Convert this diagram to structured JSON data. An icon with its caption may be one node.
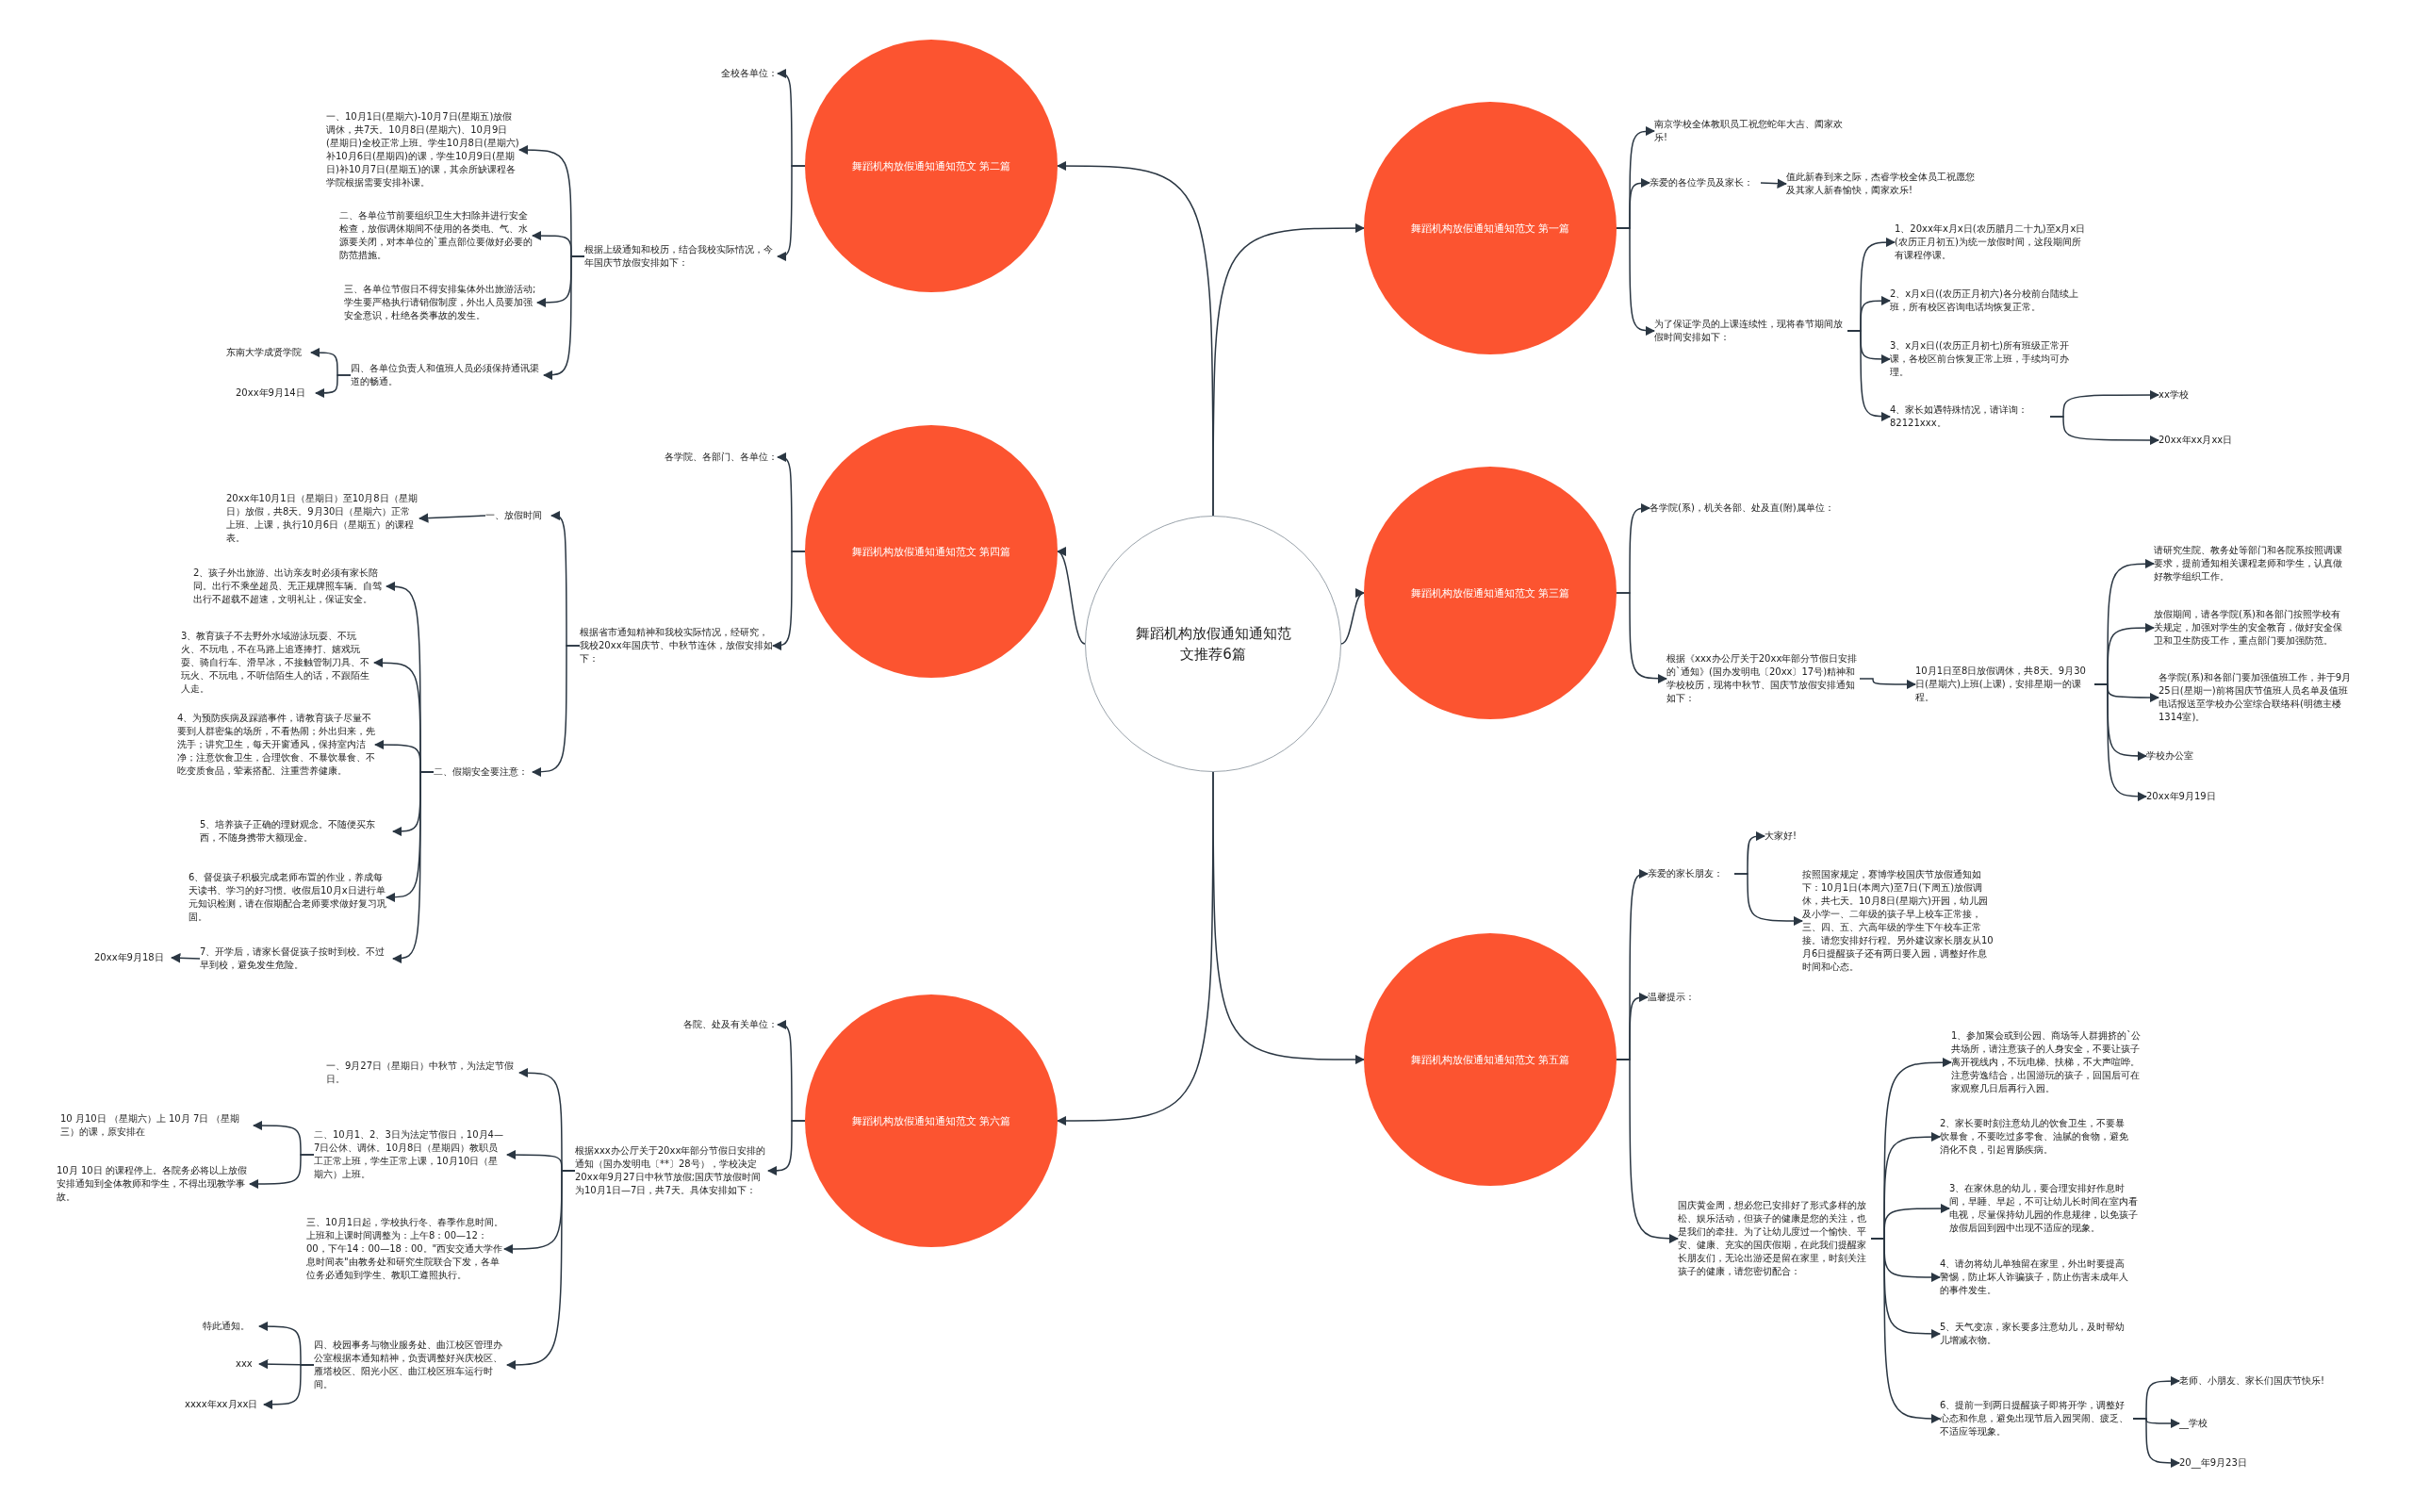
{
  "diagram": {
    "nodes": [
      {
        "text": [
          "舞蹈机构放假通知通知范文推荐6篇"
        ]
      },
      {
        "text": [
          "舞蹈机构放假通知通知范文 第二篇"
        ]
      },
      {
        "text": [
          "全校各单位："
        ]
      },
      {
        "text": [
          "根据上级通知和校历，结合我校实际情况，今年国庆节放假安排如下："
        ]
      },
      {
        "text": [
          "一、10月1日(星期六)-10月7日(星期五)放假调休，共7天。10月8日(星期六)、10月9日(星期日)全校正常上班。学生10月8日(星期六)补10月6日(星期四)的课，学生10月9日(星期日)补10月7日(星期五)的课，其余所缺课程各学院根据需要安排补课。"
        ]
      },
      {
        "text": [
          "二、各单位节前要组织卫生大扫除并进行安全检查，放假调休期间不使用的各类电、气、水源要关闭，对本单位的`重点部位要做好必要的防范措施。"
        ]
      },
      {
        "text": [
          "三、各单位节假日不得安排集体外出旅游活动;学生要严格执行请销假制度，外出人员要加强安全意识，杜绝各类事故的发生。"
        ]
      },
      {
        "text": [
          "四、各单位负责人和值班人员必须保持通讯渠道的畅通。"
        ]
      },
      {
        "text": [
          "东南大学成贤学院"
        ]
      },
      {
        "text": [
          "20xx年9月14日"
        ]
      },
      {
        "text": [
          "舞蹈机构放假通知通知范文 第四篇"
        ]
      },
      {
        "text": [
          "各学院、各部门、各单位："
        ]
      },
      {
        "text": [
          "根据省市通知精神和我校实际情况，经研究，我校20xx年国庆节、中秋节连休，放假安排如下："
        ]
      },
      {
        "text": [
          "一、放假时间"
        ]
      },
      {
        "text": [
          "20xx年10月1日（星期日）至10月8日（星期日）放假，共8天。9月30日（星期六）正常上班、上课，执行10月6日（星期五）的课程表。"
        ]
      },
      {
        "text": [
          "二、假期安全要注意："
        ]
      },
      {
        "text": [
          "2、孩子外出旅游、出访亲友时必须有家长陪同。出行不乘坐超员、无正规牌照车辆。自驾出行不超载不超速，文明礼让，保证安全。"
        ]
      },
      {
        "text": [
          "3、教育孩子不去野外水域游泳玩耍、不玩火、不玩电，不在马路上追逐捧打、嬉戏玩耍、骑自行车、滑旱冰，不接触管制刀具、不玩火、不玩电，不听信陌生人的话，不跟陌生人走。"
        ]
      },
      {
        "text": [
          "4、为预防疾病及踩踏事件，请教育孩子尽量不要到人群密集的场所，不看热闹；外出归来，先洗手；讲究卫生，每天开窗通风，保持室内洁净；注意饮食卫生，合理饮食、不暴饮暴食、不吃变质食品，荤素搭配、注重营养健康。"
        ]
      },
      {
        "text": [
          "5、培养孩子正确的理财观念。不随便买东西，不随身携带大额现金。"
        ]
      },
      {
        "text": [
          "6、督促孩子积极完成老师布置的作业，养成每天读书、学习的好习惯。收假后10月x日进行单元知识检测，请在假期配合老师要求做好复习巩固。"
        ]
      },
      {
        "text": [
          "7、开学后，请家长督促孩子按时到校。不过早到校，避免发生危险。"
        ]
      },
      {
        "text": [
          "20xx年9月18日"
        ]
      },
      {
        "text": [
          "舞蹈机构放假通知通知范文 第六篇"
        ]
      },
      {
        "text": [
          "各院、处及有关单位："
        ]
      },
      {
        "text": [
          "根据xxx办公厅关于20xx年部分节假日安排的通知（国办发明电〔**〕28号），学校决定20xx年9月27日中秋节放假;国庆节放假时间为10月1日—7日，共7天。具体安排如下："
        ]
      },
      {
        "text": [
          "一、9月27日（星期日）中秋节，为法定节假日。"
        ]
      },
      {
        "text": [
          "二、10月1、2、3日为法定节假日，10月4—7日公休、调休。10月8日（星期四）教职员工正常上班，学生正常上课，10月10日（星期六）上班。"
        ]
      },
      {
        "text": [
          "三、10月1日起，学校执行冬、春季作息时间。上班和上课时间调整为：上午8：00—12：00，下午14：00—18：00。\"西安交通大学作息时间表\"由教务处和研究生院联合下发，各单位务必通知到学生、教职工遵照执行。"
        ]
      },
      {
        "text": [
          "四、校园事务与物业服务处、曲江校区管理办公室根据本通知精神，负责调整好兴庆校区、雁塔校区、阳光小区、曲江校区班车运行时间。"
        ]
      },
      {
        "text": [
          "10 月10日 （星期六）上 10月 7日 （星期三）的课，原安排在"
        ]
      },
      {
        "text": [
          "10月 10日 的课程停上。各院务必将以上放假安排通知到全体教师和学生，不得出现教学事故。"
        ]
      },
      {
        "text": [
          "特此通知。"
        ]
      },
      {
        "text": [
          "xxx"
        ]
      },
      {
        "text": [
          "xxxx年xx月xx日"
        ]
      },
      {
        "text": [
          "舞蹈机构放假通知通知范文 第一篇"
        ]
      },
      {
        "text": [
          "南京学校全体教职员工祝您蛇年大吉、阖家欢乐!"
        ]
      },
      {
        "text": [
          "亲爱的各位学员及家长："
        ]
      },
      {
        "text": [
          "值此新春到来之际，杰睿学校全体员工祝愿您及其家人新春愉快，阖家欢乐!"
        ]
      },
      {
        "text": [
          "为了保证学员的上课连续性，现将春节期间放假时间安排如下："
        ]
      },
      {
        "text": [
          "1、20xx年x月x日(农历腊月二十九)至x月x日(农历正月初五)为统一放假时间，这段期间所有课程停课。"
        ]
      },
      {
        "text": [
          "2、x月x日((农历正月初六)各分校前台陆续上班，所有校区咨询电话均恢复正常。"
        ]
      },
      {
        "text": [
          "3、x月x日((农历正月初七)所有班级正常开课，各校区前台恢复正常上班，手续均可办理。"
        ]
      },
      {
        "text": [
          "4、家长如遇特殊情况，请详询：82121xxx。"
        ]
      },
      {
        "text": [
          "xx学校"
        ]
      },
      {
        "text": [
          "20xx年xx月xx日"
        ]
      },
      {
        "text": [
          "舞蹈机构放假通知通知范文 第三篇"
        ]
      },
      {
        "text": [
          "各学院(系)，机关各部、处及直(附)属单位："
        ]
      },
      {
        "text": [
          "根据《xxx办公厅关于20xx年部分节假日安排的`通知》(国办发明电〔20xx〕17号)精神和学校校历，现将中秋节、国庆节放假安排通知如下："
        ]
      },
      {
        "text": [
          "10月1日至8日放假调休，共8天。9月30日(星期六)上班(上课)，安排星期一的课程。"
        ]
      },
      {
        "text": [
          "请研究生院、教务处等部门和各院系按照调课要求，提前通知相关课程老师和学生，认真做好教学组织工作。"
        ]
      },
      {
        "text": [
          "放假期间，请各学院(系)和各部门按照学校有关规定，加强对学生的安全教育，做好安全保卫和卫生防疫工作，重点部门要加强防范。"
        ]
      },
      {
        "text": [
          "各学院(系)和各部门要加强值班工作，并于9月25日(星期一)前将国庆节值班人员名单及值班电话报送至学校办公室综合联络科(明德主楼1314室)。"
        ]
      },
      {
        "text": [
          "学校办公室"
        ]
      },
      {
        "text": [
          "20xx年9月19日"
        ]
      },
      {
        "text": [
          "舞蹈机构放假通知通知范文 第五篇"
        ]
      },
      {
        "text": [
          "亲爱的家长朋友："
        ]
      },
      {
        "text": [
          "大家好!"
        ]
      },
      {
        "text": [
          "按照国家规定，赛博学校国庆节放假通知如下：10月1日(本周六)至7日(下周五)放假调休，共七天。10月8日(星期六)开园，幼儿园及小学一、二年级的孩子早上校车正常接，三、四、五、六高年级的学生下午校车正常接。请您安排好行程。另外建议家长朋友从10月6日提醒孩子还有两日要入园，调整好作息时间和心态。"
        ]
      },
      {
        "text": [
          "温馨提示："
        ]
      },
      {
        "text": [
          "国庆黄金周，想必您已安排好了形式多样的放松、娱乐活动，但孩子的健康是您的关注，也是我们的牵挂。为了让幼儿度过一个愉快、平安、健康、充实的国庆假期，在此我们提醒家长朋友们，无论出游还是留在家里，时刻关注孩子的健康，请您密切配合："
        ]
      },
      {
        "text": [
          "1、参加聚会或到公园、商场等人群拥挤的`公共场所，请注意孩子的人身安全，不要让孩子离开视线内，不玩电梯、扶梯，不大声喧哗。注意劳逸结合，出国游玩的孩子，回国后可在家观察几日后再行入园。"
        ]
      },
      {
        "text": [
          "2、家长要时刻注意幼儿的饮食卫生，不要暴饮暴食，不要吃过多零食、油腻的食物，避免消化不良，引起胃肠疾病。"
        ]
      },
      {
        "text": [
          "3、在家休息的幼儿，要合理安排好作息时间，早睡、早起，不可让幼儿长时间在室内看电视，尽量保持幼儿园的作息规律，以免孩子放假后回到园中出现不适应的现象。"
        ]
      },
      {
        "text": [
          "4、请勿将幼儿单独留在家里，外出时要提高警惕，防止坏人诈骗孩子，防止伤害未成年人的事件发生。"
        ]
      },
      {
        "text": [
          "5、天气变凉，家长要多注意幼儿，及时帮幼儿增减衣物。"
        ]
      },
      {
        "text": [
          "6、提前一到两日提醒孩子即将开学，调整好心态和作息，避免出现节后入园哭闹、疲乏、不适应等现象。"
        ]
      },
      {
        "text": [
          "老师、小朋友、家长们国庆节快乐!"
        ]
      },
      {
        "text": [
          "__学校"
        ]
      },
      {
        "text": [
          "20__年9月23日"
        ]
      }
    ],
    "edges": [
      {
        "from": 0,
        "to": 1,
        "arrow": "to"
      },
      {
        "from": 0,
        "to": 10,
        "arrow": "to"
      },
      {
        "from": 0,
        "to": 23,
        "arrow": "to"
      },
      {
        "from": 0,
        "to": 35,
        "arrow": "to"
      },
      {
        "from": 0,
        "to": 46,
        "arrow": "to"
      },
      {
        "from": 0,
        "to": 55,
        "arrow": "to"
      },
      {
        "from": 1,
        "to": 2,
        "arrow": "to"
      },
      {
        "from": 1,
        "to": 3,
        "arrow": "to"
      },
      {
        "from": 3,
        "to": 4,
        "arrow": "to"
      },
      {
        "from": 3,
        "to": 5,
        "arrow": "to"
      },
      {
        "from": 3,
        "to": 6,
        "arrow": "to"
      },
      {
        "from": 3,
        "to": 7,
        "arrow": "to"
      },
      {
        "from": 7,
        "to": 8,
        "arrow": "to"
      },
      {
        "from": 7,
        "to": 9,
        "arrow": "to"
      },
      {
        "from": 10,
        "to": 11,
        "arrow": "to"
      },
      {
        "from": 10,
        "to": 12,
        "arrow": "to"
      },
      {
        "from": 12,
        "to": 13,
        "arrow": "to"
      },
      {
        "from": 12,
        "to": 15,
        "arrow": "to"
      },
      {
        "from": 13,
        "to": 14,
        "arrow": "to"
      },
      {
        "from": 15,
        "to": 16,
        "arrow": "to"
      },
      {
        "from": 15,
        "to": 17,
        "arrow": "to"
      },
      {
        "from": 15,
        "to": 18,
        "arrow": "to"
      },
      {
        "from": 15,
        "to": 19,
        "arrow": "to"
      },
      {
        "from": 15,
        "to": 20,
        "arrow": "to"
      },
      {
        "from": 15,
        "to": 21,
        "arrow": "to"
      },
      {
        "from": 21,
        "to": 22,
        "arrow": "to"
      },
      {
        "from": 23,
        "to": 24,
        "arrow": "to"
      },
      {
        "from": 23,
        "to": 25,
        "arrow": "to"
      },
      {
        "from": 25,
        "to": 26,
        "arrow": "to"
      },
      {
        "from": 25,
        "to": 27,
        "arrow": "to"
      },
      {
        "from": 25,
        "to": 28,
        "arrow": "to"
      },
      {
        "from": 25,
        "to": 29,
        "arrow": "to"
      },
      {
        "from": 27,
        "to": 30,
        "arrow": "to"
      },
      {
        "from": 27,
        "to": 31,
        "arrow": "to"
      },
      {
        "from": 29,
        "to": 32,
        "arrow": "to"
      },
      {
        "from": 29,
        "to": 33,
        "arrow": "to"
      },
      {
        "from": 29,
        "to": 34,
        "arrow": "to"
      },
      {
        "from": 35,
        "to": 36,
        "arrow": "to"
      },
      {
        "from": 35,
        "to": 37,
        "arrow": "to"
      },
      {
        "from": 35,
        "to": 39,
        "arrow": "to"
      },
      {
        "from": 37,
        "to": 38,
        "arrow": "to"
      },
      {
        "from": 39,
        "to": 40,
        "arrow": "to"
      },
      {
        "from": 39,
        "to": 41,
        "arrow": "to"
      },
      {
        "from": 39,
        "to": 42,
        "arrow": "to"
      },
      {
        "from": 39,
        "to": 43,
        "arrow": "to"
      },
      {
        "from": 43,
        "to": 44,
        "arrow": "to"
      },
      {
        "from": 43,
        "to": 45,
        "arrow": "to"
      },
      {
        "from": 46,
        "to": 47,
        "arrow": "to"
      },
      {
        "from": 46,
        "to": 48,
        "arrow": "to"
      },
      {
        "from": 48,
        "to": 49,
        "arrow": "to"
      },
      {
        "from": 49,
        "to": 50,
        "arrow": "to"
      },
      {
        "from": 49,
        "to": 51,
        "arrow": "to"
      },
      {
        "from": 49,
        "to": 52,
        "arrow": "to"
      },
      {
        "from": 49,
        "to": 53,
        "arrow": "to"
      },
      {
        "from": 49,
        "to": 54,
        "arrow": "to"
      },
      {
        "from": 55,
        "to": 56,
        "arrow": "to"
      },
      {
        "from": 55,
        "to": 59,
        "arrow": "to"
      },
      {
        "from": 55,
        "to": 60,
        "arrow": "to"
      },
      {
        "from": 56,
        "to": 57,
        "arrow": "to"
      },
      {
        "from": 56,
        "to": 58,
        "arrow": "to"
      },
      {
        "from": 60,
        "to": 61,
        "arrow": "to"
      },
      {
        "from": 60,
        "to": 62,
        "arrow": "to"
      },
      {
        "from": 60,
        "to": 63,
        "arrow": "to"
      },
      {
        "from": 60,
        "to": 64,
        "arrow": "to"
      },
      {
        "from": 60,
        "to": 65,
        "arrow": "to"
      },
      {
        "from": 60,
        "to": 66,
        "arrow": "to"
      },
      {
        "from": 66,
        "to": 67,
        "arrow": "to"
      },
      {
        "from": 66,
        "to": 68,
        "arrow": "to"
      },
      {
        "from": 66,
        "to": 69,
        "arrow": "to"
      }
    ]
  }
}
